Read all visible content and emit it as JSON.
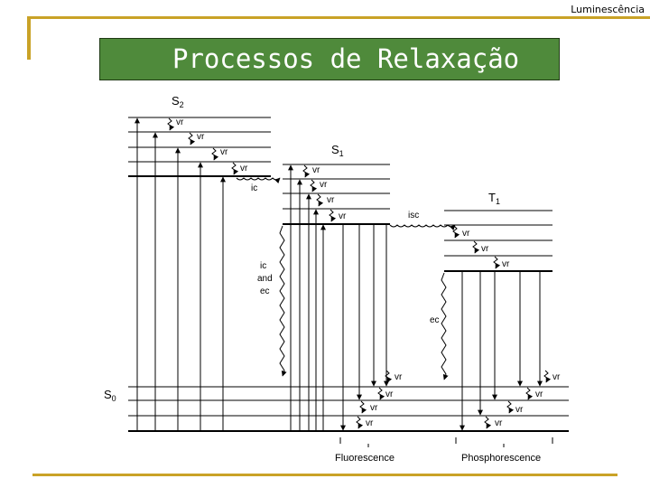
{
  "header": {
    "topic_label": "Luminescência"
  },
  "slide": {
    "title": "Processos de Relaxação"
  },
  "diagram": {
    "states": {
      "s2": "S",
      "s2_sub": "2",
      "s1": "S",
      "s1_sub": "1",
      "t1": "T",
      "t1_sub": "1",
      "s0": "S",
      "s0_sub": "0"
    },
    "processes": {
      "vr": "vr",
      "ic": "ic",
      "isc": "isc",
      "ic_and_ec_line1": "ic",
      "ic_and_ec_line2": "and",
      "ic_and_ec_line3": "ec",
      "ec": "ec"
    },
    "emissions": {
      "fluorescence": "Fluorescence",
      "phosphorescence": "Phosphorescence"
    }
  }
}
